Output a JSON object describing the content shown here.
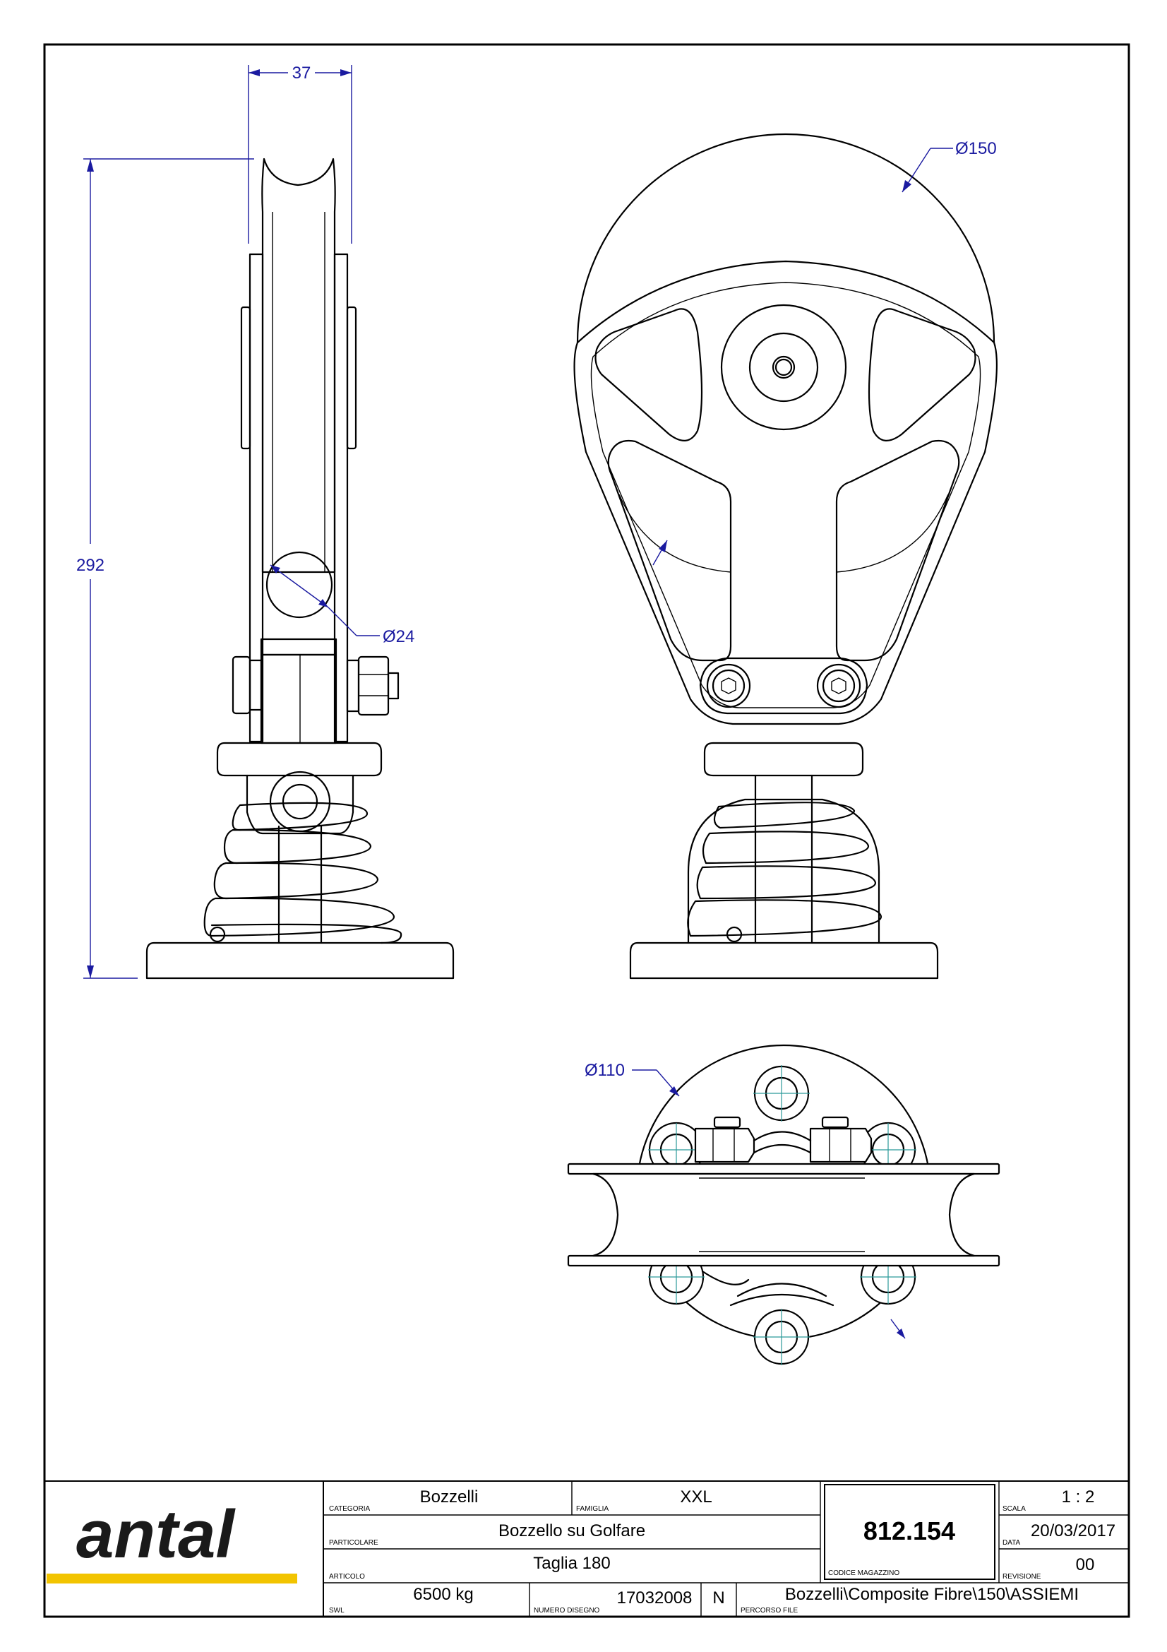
{
  "drawing": {
    "dimensions": {
      "width": "37",
      "height": "292",
      "sheave_diameter": "Ø150",
      "rope_diameter": "Ø24",
      "base_diameter": "Ø110"
    }
  },
  "title_block": {
    "logo": "antal",
    "labels": {
      "categoria": "CATEGORIA",
      "famiglia": "FAMIGLIA",
      "particolare": "PARTICOLARE",
      "articolo": "ARTICOLO",
      "swl": "SWL",
      "numero_disegno": "NUMERO DISEGNO",
      "percorso_file": "PERCORSO FILE",
      "codice_magazzino": "CODICE MAGAZZINO",
      "scala": "SCALA",
      "data": "DATA",
      "revisione": "REVISIONE"
    },
    "values": {
      "categoria": "Bozzelli",
      "famiglia": "XXL",
      "particolare": "Bozzello su Golfare",
      "articolo": "Taglia 180",
      "swl": "6500 kg",
      "numero_disegno": "17032008",
      "n": "N",
      "percorso_file": "Bozzelli\\Composite Fibre\\150\\ASSIEMI",
      "codice_magazzino": "812.154",
      "scala": "1 : 2",
      "data": "20/03/2017",
      "revisione": "00"
    },
    "colors": {
      "logo_stripe": "#f2c400",
      "dimension": "#1a1aa0",
      "centerline": "#2a9a9a"
    }
  }
}
